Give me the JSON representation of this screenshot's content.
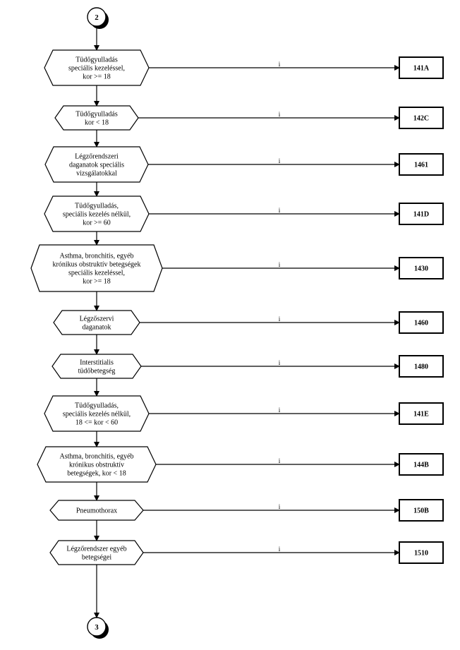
{
  "connector_top": "2",
  "connector_bottom": "3",
  "decisions": [
    {
      "lines": [
        "Tüdőgyulladás",
        "speciális kezeléssel,",
        "kor >= 18"
      ],
      "yes_label": "i",
      "outcome": "141A"
    },
    {
      "lines": [
        "Tüdőgyulladás",
        "kor < 18"
      ],
      "yes_label": "i",
      "outcome": "142C"
    },
    {
      "lines": [
        "Légzőrendszeri",
        "daganatok speciális",
        "vizsgálatokkal"
      ],
      "yes_label": "i",
      "outcome": "1461"
    },
    {
      "lines": [
        "Tüdőgyulladás,",
        "speciális kezelés nélkül,",
        "kor >= 60"
      ],
      "yes_label": "i",
      "outcome": "141D"
    },
    {
      "lines": [
        "Asthma, bronchitis, egyéb",
        "krónikus obstruktív betegségek",
        "speciális kezeléssel,",
        "kor >= 18"
      ],
      "yes_label": "i",
      "outcome": "1430"
    },
    {
      "lines": [
        "Légzőszervi",
        "daganatok"
      ],
      "yes_label": "i",
      "outcome": "1460"
    },
    {
      "lines": [
        "Interstitialis",
        "tüdőbetegség"
      ],
      "yes_label": "i",
      "outcome": "1480"
    },
    {
      "lines": [
        "Tüdőgyulladás,",
        "speciális kezelés nélkül,",
        "18 <= kor < 60"
      ],
      "yes_label": "i",
      "outcome": "141E"
    },
    {
      "lines": [
        "Asthma, bronchitis, egyéb",
        "krónikus obstruktív",
        "betegségek, kor < 18"
      ],
      "yes_label": "i",
      "outcome": "144B"
    },
    {
      "lines": [
        "Pneumothorax"
      ],
      "yes_label": "i",
      "outcome": "150B"
    },
    {
      "lines": [
        "Légzőrendszer egyéb",
        "betegségei"
      ],
      "yes_label": "i",
      "outcome": "1510"
    }
  ]
}
